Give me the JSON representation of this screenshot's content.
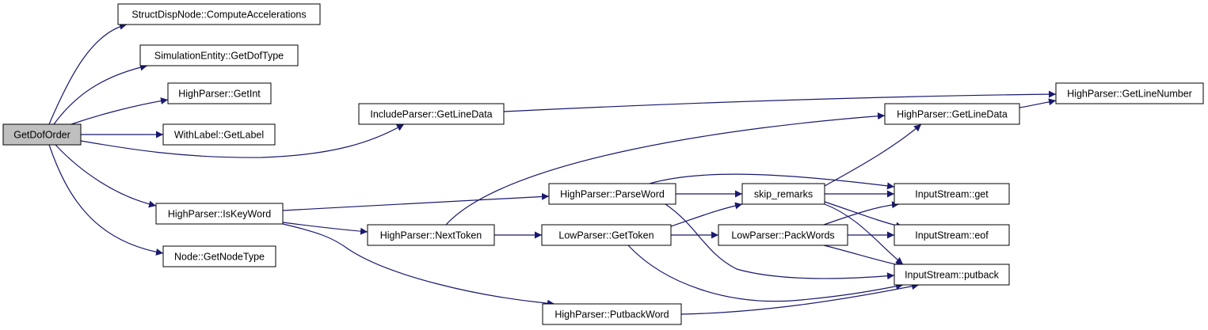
{
  "colors": {
    "edge": "#191970",
    "node_fill": "#ffffff",
    "root_fill": "#bfbfbf",
    "node_border": "#000000"
  },
  "nodes": [
    {
      "id": "root",
      "label": "GetDofOrder",
      "root": true
    },
    {
      "id": "n_sdn",
      "label": "StructDispNode::ComputeAccelerations"
    },
    {
      "id": "n_se",
      "label": "SimulationEntity::GetDofType"
    },
    {
      "id": "n_getint",
      "label": "HighParser::GetInt"
    },
    {
      "id": "n_getlabel",
      "label": "WithLabel::GetLabel"
    },
    {
      "id": "n_iskeyword",
      "label": "HighParser::IsKeyWord"
    },
    {
      "id": "n_getnodetype",
      "label": "Node::GetNodeType"
    },
    {
      "id": "n_ipgld",
      "label": "IncludeParser::GetLineData"
    },
    {
      "id": "n_nexttoken",
      "label": "HighParser::NextToken"
    },
    {
      "id": "n_parseword",
      "label": "HighParser::ParseWord"
    },
    {
      "id": "n_gettoken",
      "label": "LowParser::GetToken"
    },
    {
      "id": "n_putbackword",
      "label": "HighParser::PutbackWord"
    },
    {
      "id": "n_skip",
      "label": "skip_remarks"
    },
    {
      "id": "n_packwords",
      "label": "LowParser::PackWords"
    },
    {
      "id": "n_hpgld",
      "label": "HighParser::GetLineData"
    },
    {
      "id": "n_getlinenumber",
      "label": "HighParser::GetLineNumber"
    },
    {
      "id": "n_get",
      "label": "InputStream::get"
    },
    {
      "id": "n_eof",
      "label": "InputStream::eof"
    },
    {
      "id": "n_putback",
      "label": "InputStream::putback"
    }
  ],
  "edges": [
    {
      "from": "root",
      "to": "n_sdn"
    },
    {
      "from": "root",
      "to": "n_se"
    },
    {
      "from": "root",
      "to": "n_getint"
    },
    {
      "from": "root",
      "to": "n_getlabel"
    },
    {
      "from": "root",
      "to": "n_ipgld"
    },
    {
      "from": "root",
      "to": "n_iskeyword"
    },
    {
      "from": "root",
      "to": "n_getnodetype"
    },
    {
      "from": "n_ipgld",
      "to": "n_getlinenumber"
    },
    {
      "from": "n_iskeyword",
      "to": "n_parseword"
    },
    {
      "from": "n_iskeyword",
      "to": "n_nexttoken"
    },
    {
      "from": "n_iskeyword",
      "to": "n_putbackword"
    },
    {
      "from": "n_nexttoken",
      "to": "n_hpgld"
    },
    {
      "from": "n_nexttoken",
      "to": "n_gettoken"
    },
    {
      "from": "n_parseword",
      "to": "n_skip"
    },
    {
      "from": "n_parseword",
      "to": "n_get"
    },
    {
      "from": "n_parseword",
      "to": "n_putback"
    },
    {
      "from": "n_gettoken",
      "to": "n_skip"
    },
    {
      "from": "n_gettoken",
      "to": "n_packwords"
    },
    {
      "from": "n_gettoken",
      "to": "n_putback"
    },
    {
      "from": "n_putbackword",
      "to": "n_putback"
    },
    {
      "from": "n_skip",
      "to": "n_hpgld"
    },
    {
      "from": "n_skip",
      "to": "n_get"
    },
    {
      "from": "n_skip",
      "to": "n_eof"
    },
    {
      "from": "n_skip",
      "to": "n_putback"
    },
    {
      "from": "n_packwords",
      "to": "n_get"
    },
    {
      "from": "n_packwords",
      "to": "n_eof"
    },
    {
      "from": "n_packwords",
      "to": "n_putback"
    },
    {
      "from": "n_hpgld",
      "to": "n_getlinenumber"
    }
  ]
}
